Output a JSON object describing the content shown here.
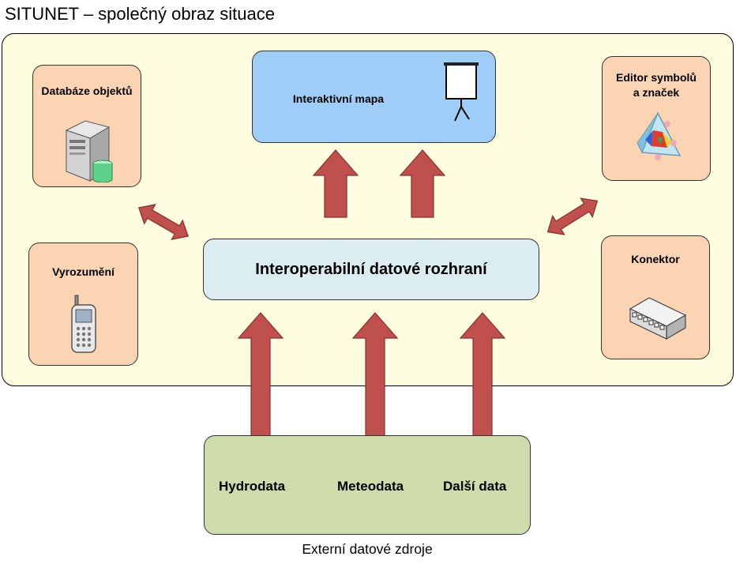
{
  "title": "SITUNET – společný obraz situace",
  "boxes": {
    "database": "Databáze objektů",
    "map": "Interaktivní mapa",
    "editor_line1": "Editor symbolů",
    "editor_line2": "a značek",
    "notification": "Vyrozumění",
    "interface": "Interoperabilní datové rozhraní",
    "connector": "Konektor"
  },
  "sources": {
    "hydro": "Hydrodata",
    "meteo": "Meteodata",
    "other": "Další data",
    "caption": "Externí datové zdroje"
  },
  "colors": {
    "arrow": "#c0504d",
    "peach": "#fbd4b4",
    "map_blue": "#9ecef7",
    "interface_cyan": "#dbedf1",
    "sources_green": "#cddcaa",
    "outer_yellow": "#fffde0"
  }
}
